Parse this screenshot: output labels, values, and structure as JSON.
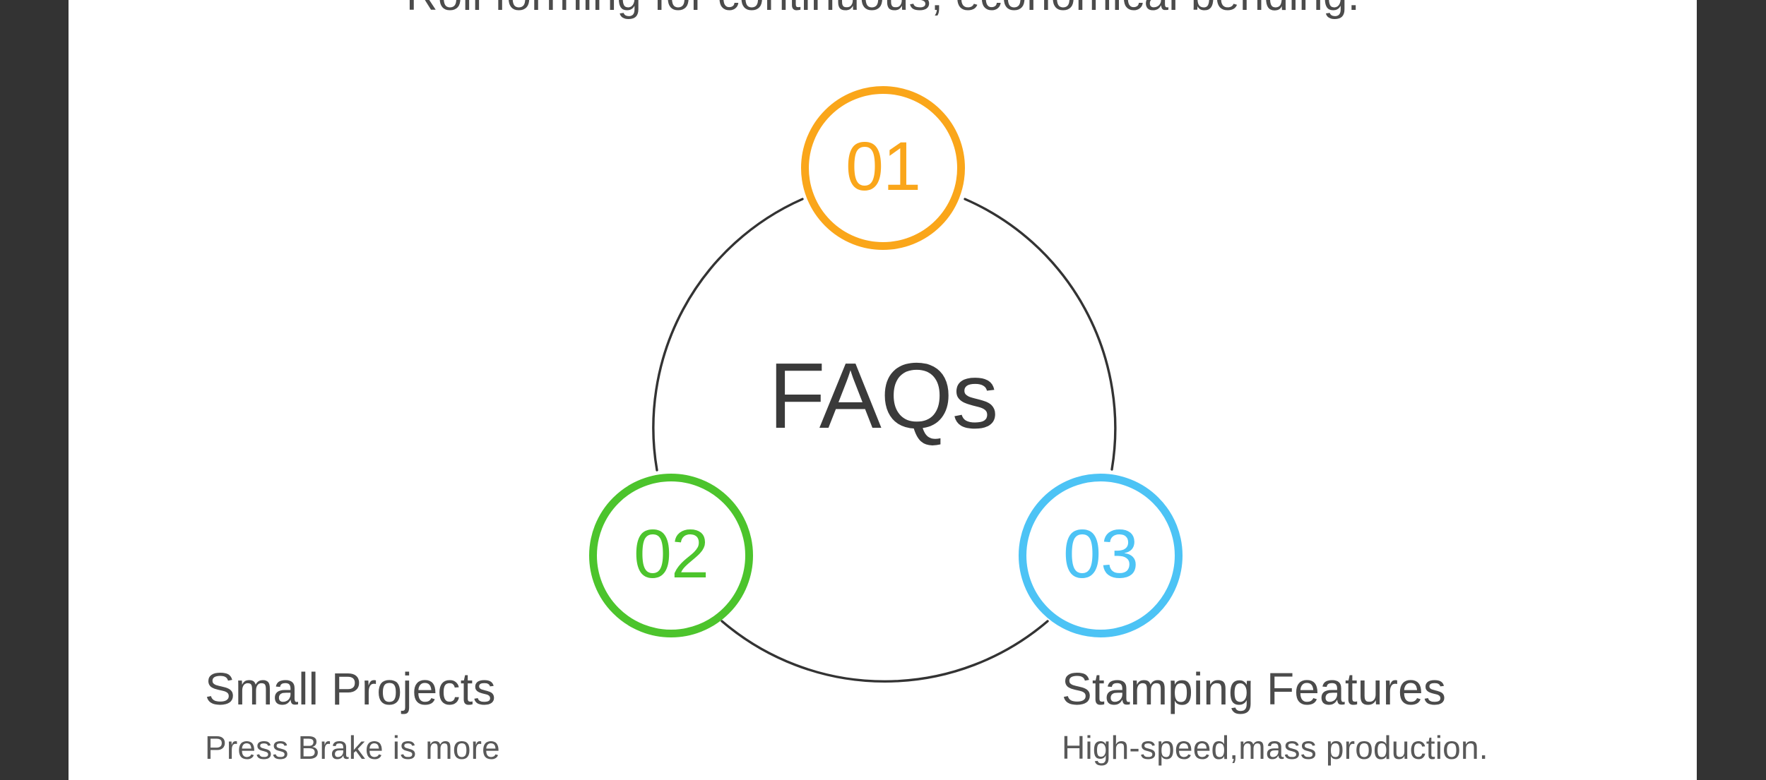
{
  "slide": {
    "subtitle": "Roll forming for continuous, economical bending.",
    "center_label": "FAQs",
    "background_color": "#ffffff",
    "frame_color": "#333333",
    "connector_color": "#333333"
  },
  "nodes": [
    {
      "number": "01",
      "color": "#faa61a",
      "position": "top"
    },
    {
      "number": "02",
      "color": "#4cc42c",
      "position": "bottom-left"
    },
    {
      "number": "03",
      "color": "#4cc3f5",
      "position": "bottom-right"
    }
  ],
  "captions": [
    {
      "heading": "Small Projects",
      "body": "Press Brake is more"
    },
    {
      "heading": "Stamping Features",
      "body": "High-speed,mass production."
    }
  ]
}
